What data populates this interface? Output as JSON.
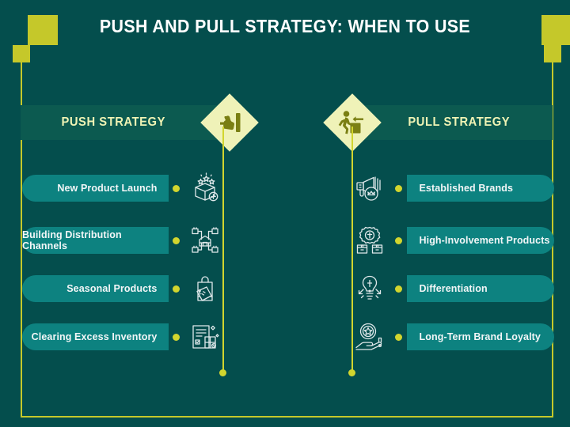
{
  "title": "PUSH AND PULL STRATEGY: WHEN TO USE",
  "colors": {
    "background": "#044e4d",
    "band": "#0c5a50",
    "pill": "#0d8280",
    "accent_yellow": "#c5c82a",
    "line_yellow": "#d2d52e",
    "diamond": "#eff2b8",
    "diamond_icon": "#7a7f13",
    "title_text": "#ffffff",
    "band_text": "#eff3b4",
    "pill_text": "#f2f6f7"
  },
  "columns": {
    "push": {
      "header": "PUSH STRATEGY",
      "badge_icon": "hand-push-wall-icon",
      "items": [
        {
          "label": "New Product Launch",
          "icon": "open-box-stars-icon"
        },
        {
          "label": "Building Distribution Channels",
          "icon": "distribution-network-icon"
        },
        {
          "label": "Seasonal Products",
          "icon": "shopping-bag-sale-tag-icon"
        },
        {
          "label": "Clearing Excess Inventory",
          "icon": "inventory-checklist-icon"
        }
      ]
    },
    "pull": {
      "header": "PULL STRATEGY",
      "badge_icon": "person-pulling-box-icon",
      "items": [
        {
          "label": "Established Brands",
          "icon": "megaphone-crown-icon"
        },
        {
          "label": "High-Involvement Products",
          "icon": "gear-boxes-icon"
        },
        {
          "label": "Differentiation",
          "icon": "lightbulb-arrows-icon"
        },
        {
          "label": "Long-Term Brand Loyalty",
          "icon": "hand-star-badge-icon"
        }
      ]
    }
  }
}
